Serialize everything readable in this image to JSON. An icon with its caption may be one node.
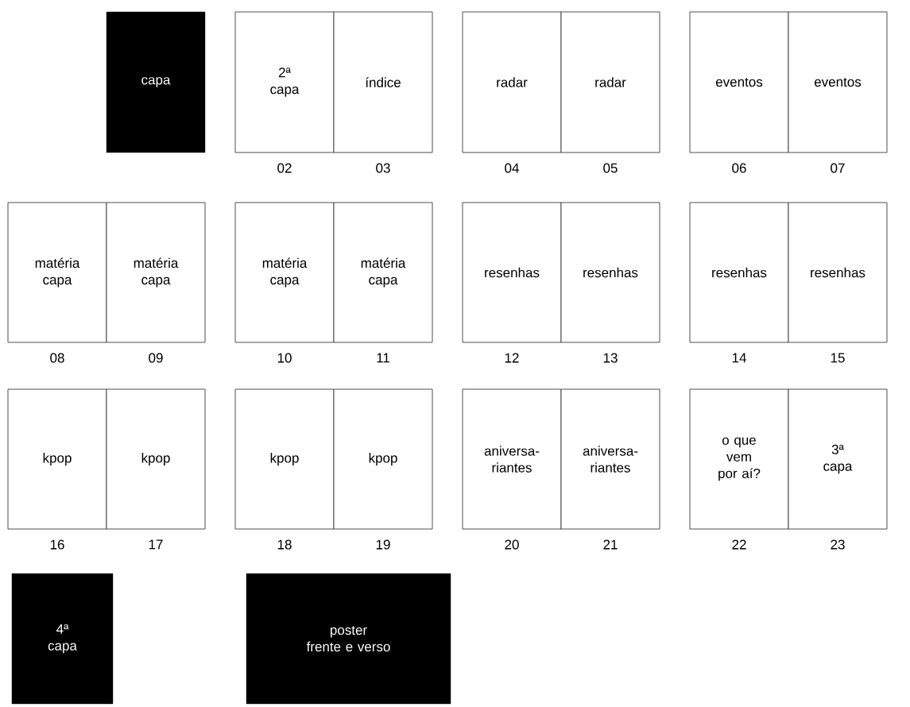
{
  "diagram": {
    "nodes": [
      {
        "text": [
          "capa"
        ]
      },
      {
        "text": [
          "2ª capa"
        ],
        "beside": [
          "02"
        ]
      },
      {
        "text": [
          "índice"
        ],
        "beside": [
          "03"
        ]
      },
      {
        "text": [
          "radar"
        ],
        "beside": [
          "04"
        ]
      },
      {
        "text": [
          "radar"
        ],
        "beside": [
          "05"
        ]
      },
      {
        "text": [
          "eventos"
        ],
        "beside": [
          "06"
        ]
      },
      {
        "text": [
          "eventos"
        ],
        "beside": [
          "07"
        ]
      },
      {
        "text": [
          "matéria capa"
        ],
        "beside": [
          "08"
        ]
      },
      {
        "text": [
          "matéria capa"
        ],
        "beside": [
          "09"
        ]
      },
      {
        "text": [
          "matéria capa"
        ],
        "beside": [
          "10"
        ]
      },
      {
        "text": [
          "matéria capa"
        ],
        "beside": [
          "11"
        ]
      },
      {
        "text": [
          "resenhas"
        ],
        "beside": [
          "12"
        ]
      },
      {
        "text": [
          "resenhas"
        ],
        "beside": [
          "13"
        ]
      },
      {
        "text": [
          "resenhas"
        ],
        "beside": [
          "14"
        ]
      },
      {
        "text": [
          "resenhas"
        ],
        "beside": [
          "15"
        ]
      },
      {
        "text": [
          "kpop"
        ],
        "beside": [
          "16"
        ]
      },
      {
        "text": [
          "kpop"
        ],
        "beside": [
          "17"
        ]
      },
      {
        "text": [
          "kpop"
        ],
        "beside": [
          "18"
        ]
      },
      {
        "text": [
          "kpop"
        ],
        "beside": [
          "19"
        ]
      },
      {
        "text": [
          "aniversa- riantes"
        ],
        "beside": [
          "20"
        ]
      },
      {
        "text": [
          "aniversa- riantes"
        ],
        "beside": [
          "21"
        ]
      },
      {
        "text": [
          "o que vem por aí?"
        ],
        "beside": [
          "22"
        ]
      },
      {
        "text": [
          "3ª capa"
        ],
        "beside": [
          "23"
        ]
      },
      {
        "text": [
          "4ª capa"
        ]
      },
      {
        "text": [
          "poster frente e verso"
        ]
      }
    ]
  }
}
